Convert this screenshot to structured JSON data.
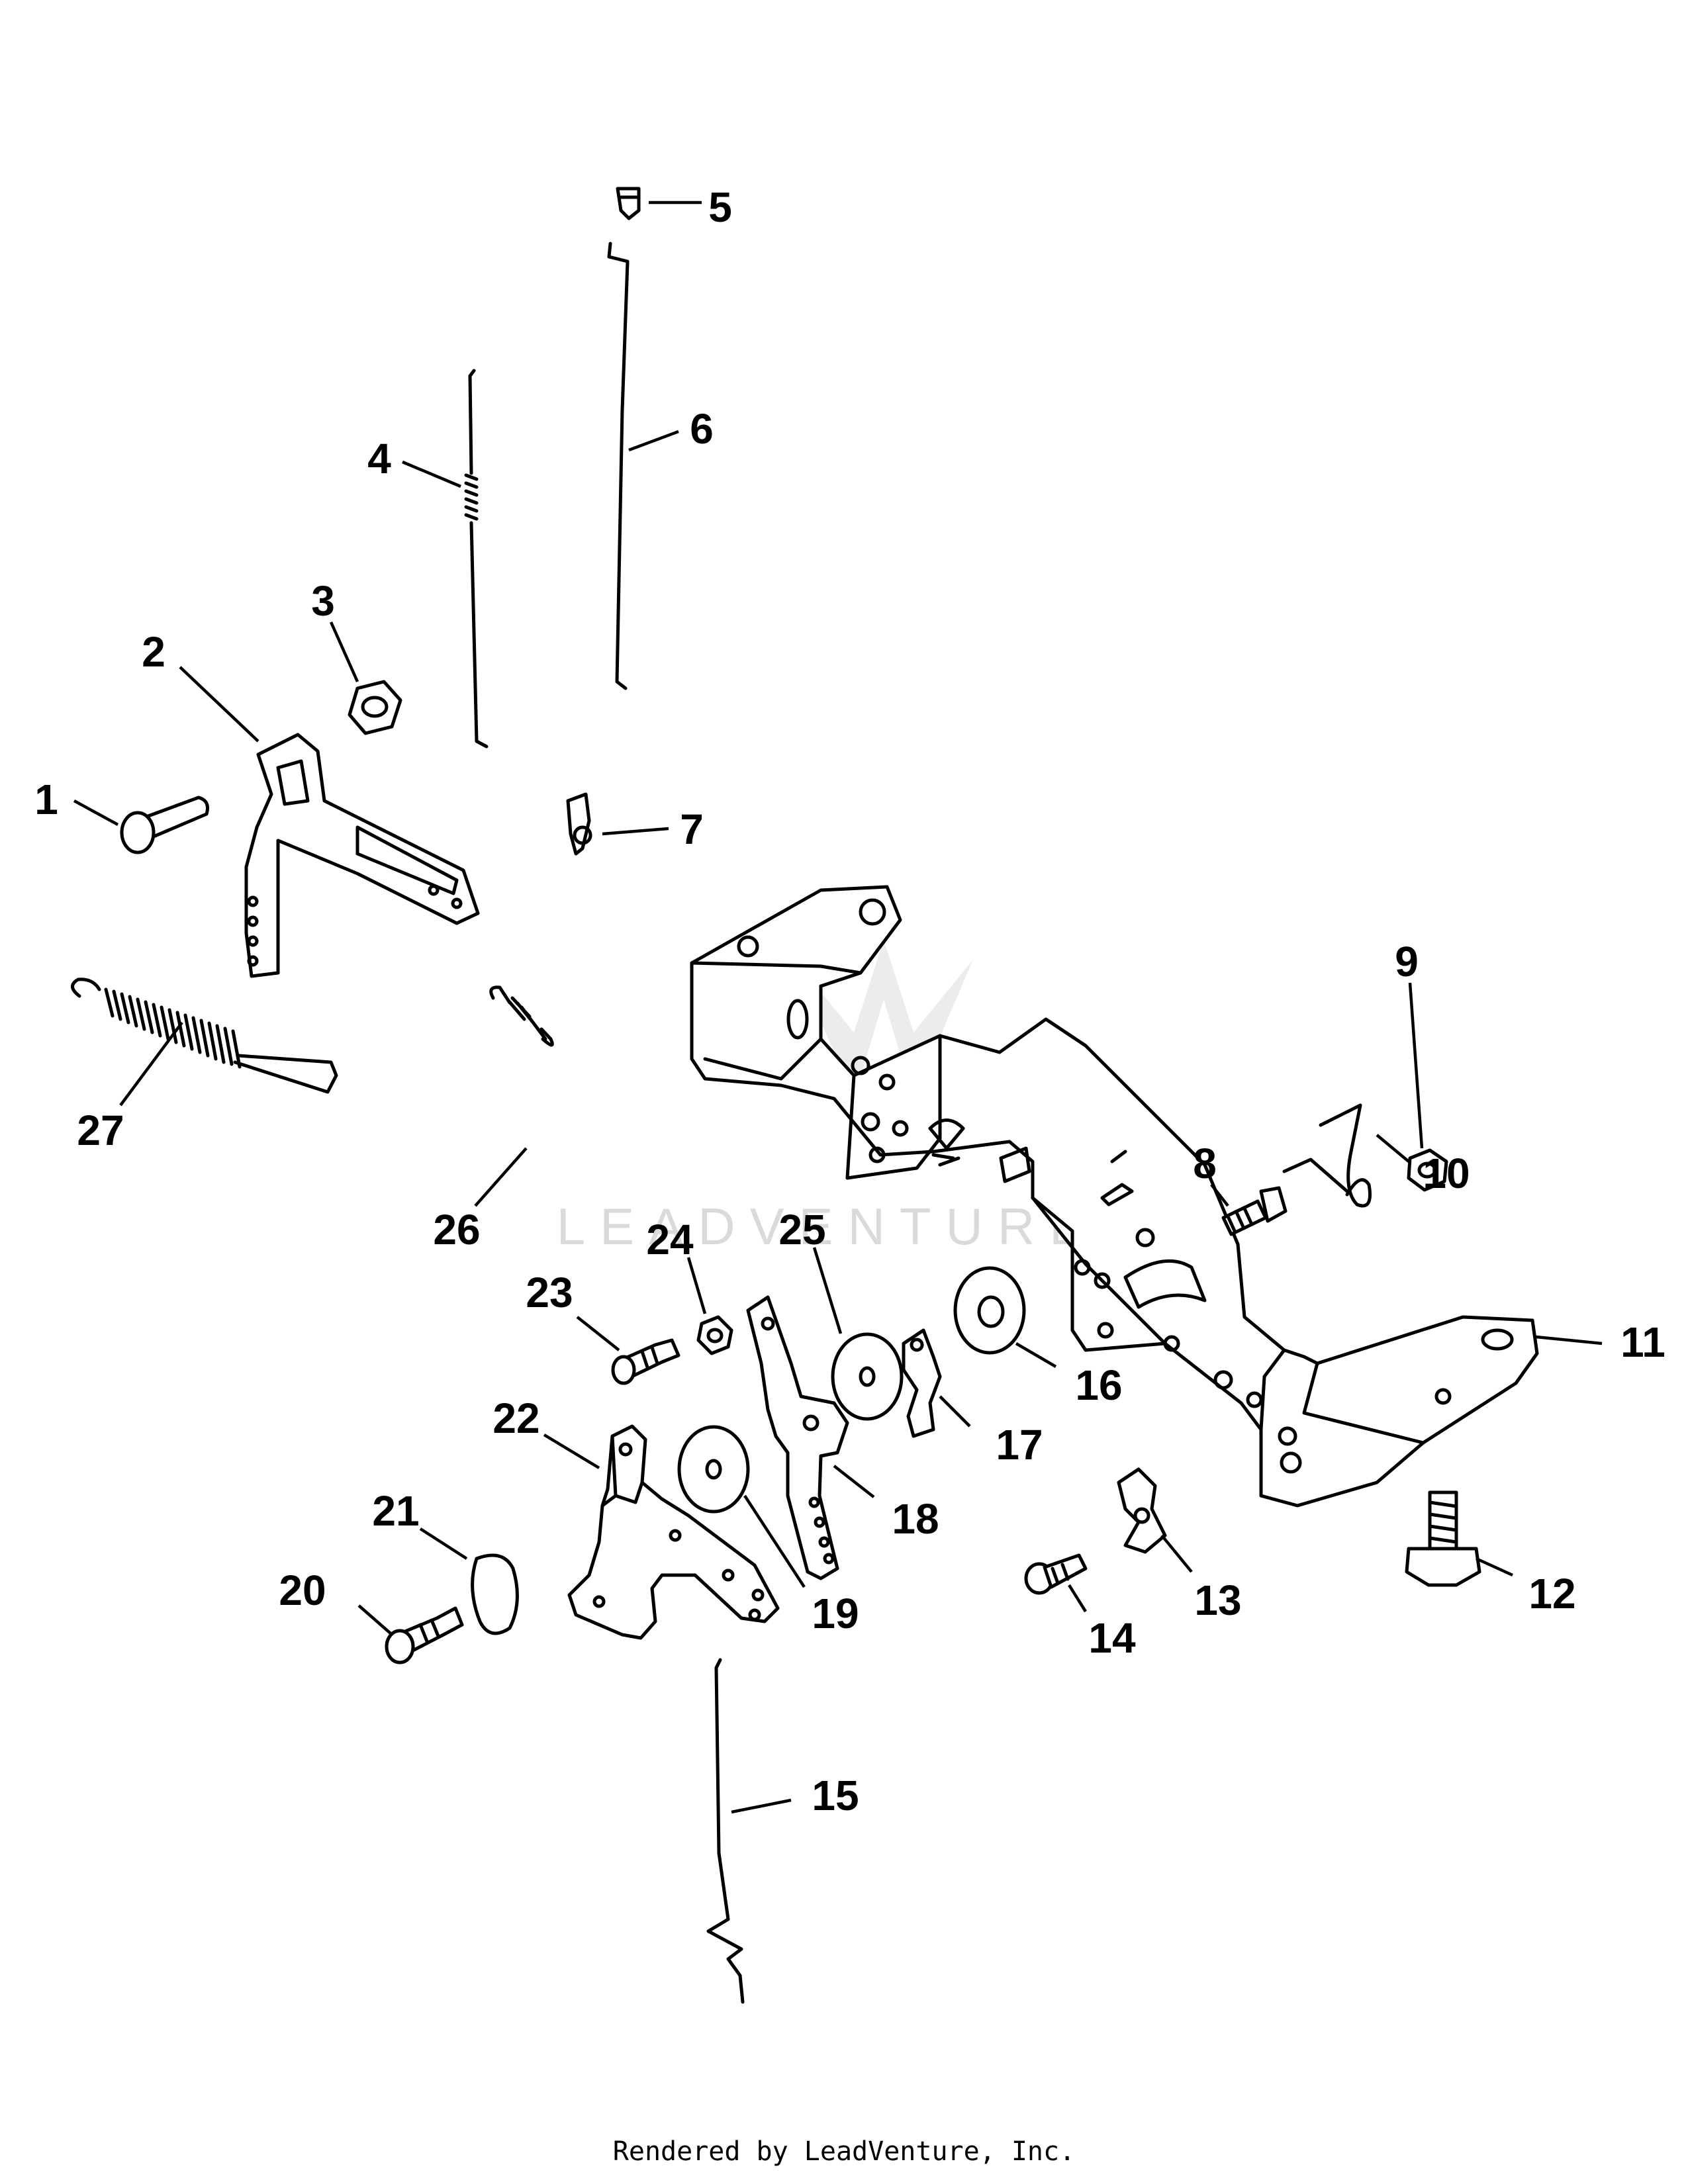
{
  "watermark": "LEADVENTURE",
  "footer": "Rendered by LeadVenture, Inc.",
  "callouts": {
    "c1": "1",
    "c2": "2",
    "c3": "3",
    "c4": "4",
    "c5": "5",
    "c6": "6",
    "c7": "7",
    "c8": "8",
    "c9": "9",
    "c10": "10",
    "c11": "11",
    "c12": "12",
    "c13": "13",
    "c14": "14",
    "c15": "15",
    "c16": "16",
    "c17": "17",
    "c18": "18",
    "c19": "19",
    "c20": "20",
    "c21": "21",
    "c22": "22",
    "c23": "23",
    "c24": "24",
    "c25": "25",
    "c26": "26",
    "c27": "27"
  }
}
